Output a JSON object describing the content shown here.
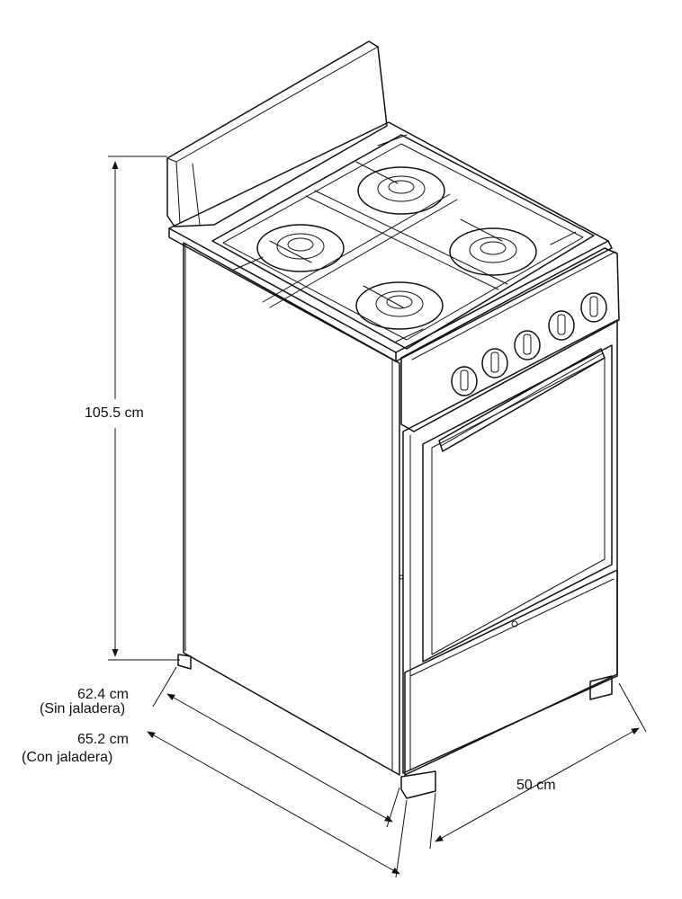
{
  "dimensions": {
    "height": "105.5 cm",
    "depth_without_handle": "62.4 cm",
    "depth_without_handle_note": "(Sin jaladera)",
    "depth_with_handle": "65.2 cm",
    "depth_with_handle_note": "(Con jaladera)",
    "width": "50 cm"
  },
  "colors": {
    "line": "#111111",
    "background": "#ffffff"
  }
}
